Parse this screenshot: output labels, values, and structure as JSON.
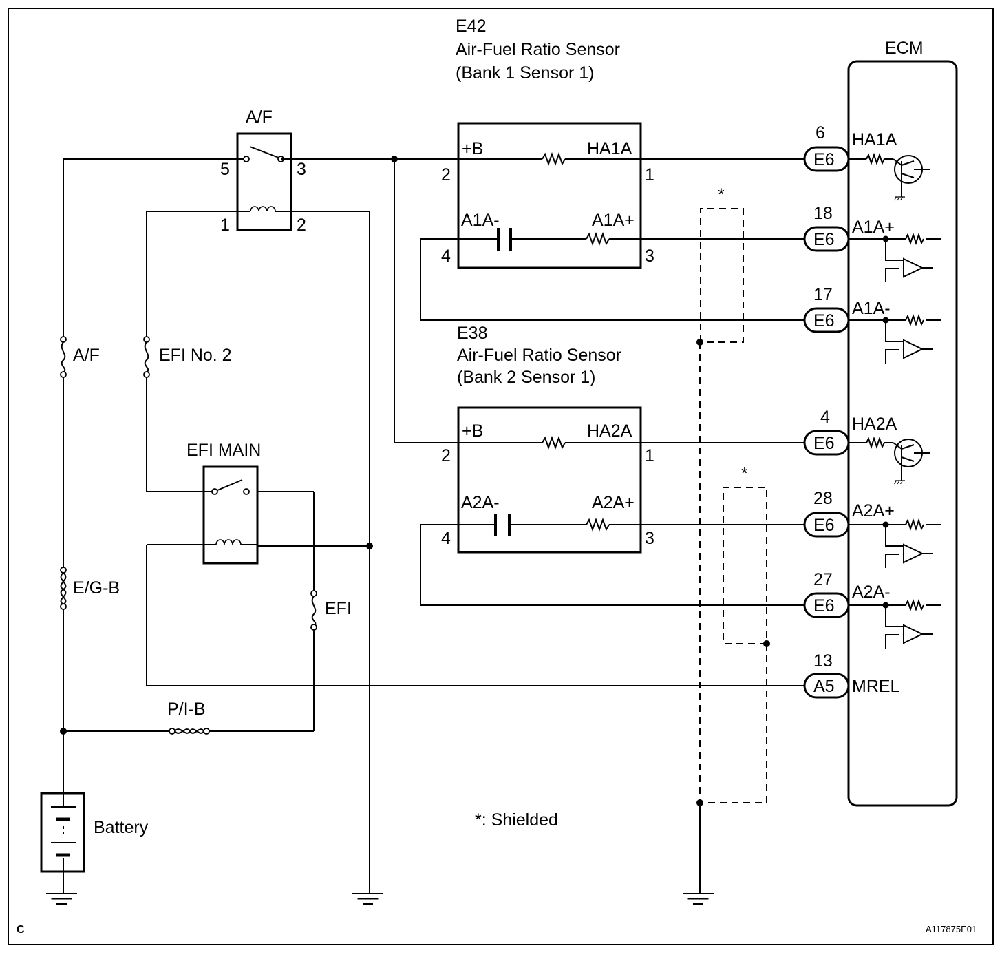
{
  "diagram": {
    "ecm_label": "ECM",
    "sensor1": {
      "code": "E42",
      "name": "Air-Fuel Ratio Sensor",
      "position": "(Bank 1 Sensor 1)"
    },
    "sensor2": {
      "code": "E38",
      "name": "Air-Fuel Ratio Sensor",
      "position": "(Bank 2 Sensor 1)"
    },
    "af_relay": {
      "label": "A/F",
      "pins": [
        "5",
        "3",
        "1",
        "2"
      ]
    },
    "efi_main_relay": {
      "label": "EFI MAIN"
    },
    "fuses": {
      "af": "A/F",
      "efi_no2": "EFI No. 2",
      "egb": "E/G-B",
      "efi": "EFI",
      "pib": "P/I-B"
    },
    "battery_label": "Battery",
    "shield_mark": "*",
    "shield_note": "*: Shielded",
    "sensor1_terminals": {
      "b": "+B",
      "ha": "HA1A",
      "am": "A1A-",
      "ap": "A1A+",
      "pin_b": "2",
      "pin_ha": "1",
      "pin_am": "4",
      "pin_ap": "3"
    },
    "sensor2_terminals": {
      "b": "+B",
      "ha": "HA2A",
      "am": "A2A-",
      "ap": "A2A+",
      "pin_b": "2",
      "pin_ha": "1",
      "pin_am": "4",
      "pin_ap": "3"
    },
    "ecm_pins": [
      {
        "num": "6",
        "connector": "E6",
        "signal": "HA1A"
      },
      {
        "num": "18",
        "connector": "E6",
        "signal": "A1A+"
      },
      {
        "num": "17",
        "connector": "E6",
        "signal": "A1A-"
      },
      {
        "num": "4",
        "connector": "E6",
        "signal": "HA2A"
      },
      {
        "num": "28",
        "connector": "E6",
        "signal": "A2A+"
      },
      {
        "num": "27",
        "connector": "E6",
        "signal": "A2A-"
      },
      {
        "num": "13",
        "connector": "A5",
        "signal": "MREL"
      }
    ],
    "corner_label": "C",
    "figure_id": "A117875E01"
  }
}
